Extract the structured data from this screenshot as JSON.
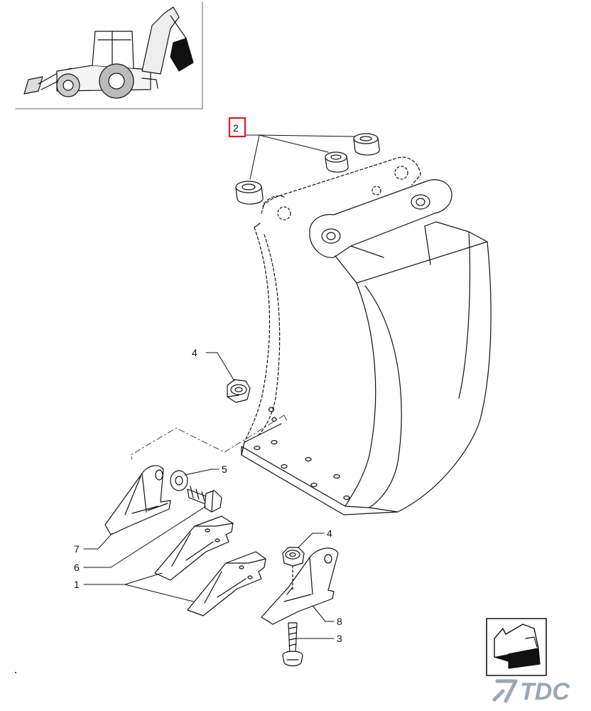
{
  "callouts": [
    {
      "id": "c2",
      "text": "2",
      "highlighted": true
    },
    {
      "id": "c4a",
      "text": "4"
    },
    {
      "id": "c5",
      "text": "5"
    },
    {
      "id": "c7",
      "text": "7"
    },
    {
      "id": "c6",
      "text": "6"
    },
    {
      "id": "c1",
      "text": "1"
    },
    {
      "id": "c4b",
      "text": "4"
    },
    {
      "id": "c8",
      "text": "8"
    },
    {
      "id": "c3",
      "text": "3"
    }
  ],
  "watermark": {
    "text": "TDC"
  },
  "colors": {
    "highlight": "#e8141c",
    "line": "#111111",
    "dashed": "#444444",
    "watermark": "#9aa6b4"
  },
  "icons": [
    "backhoe-loader-thumbnail",
    "orientation-arrow-icon"
  ]
}
